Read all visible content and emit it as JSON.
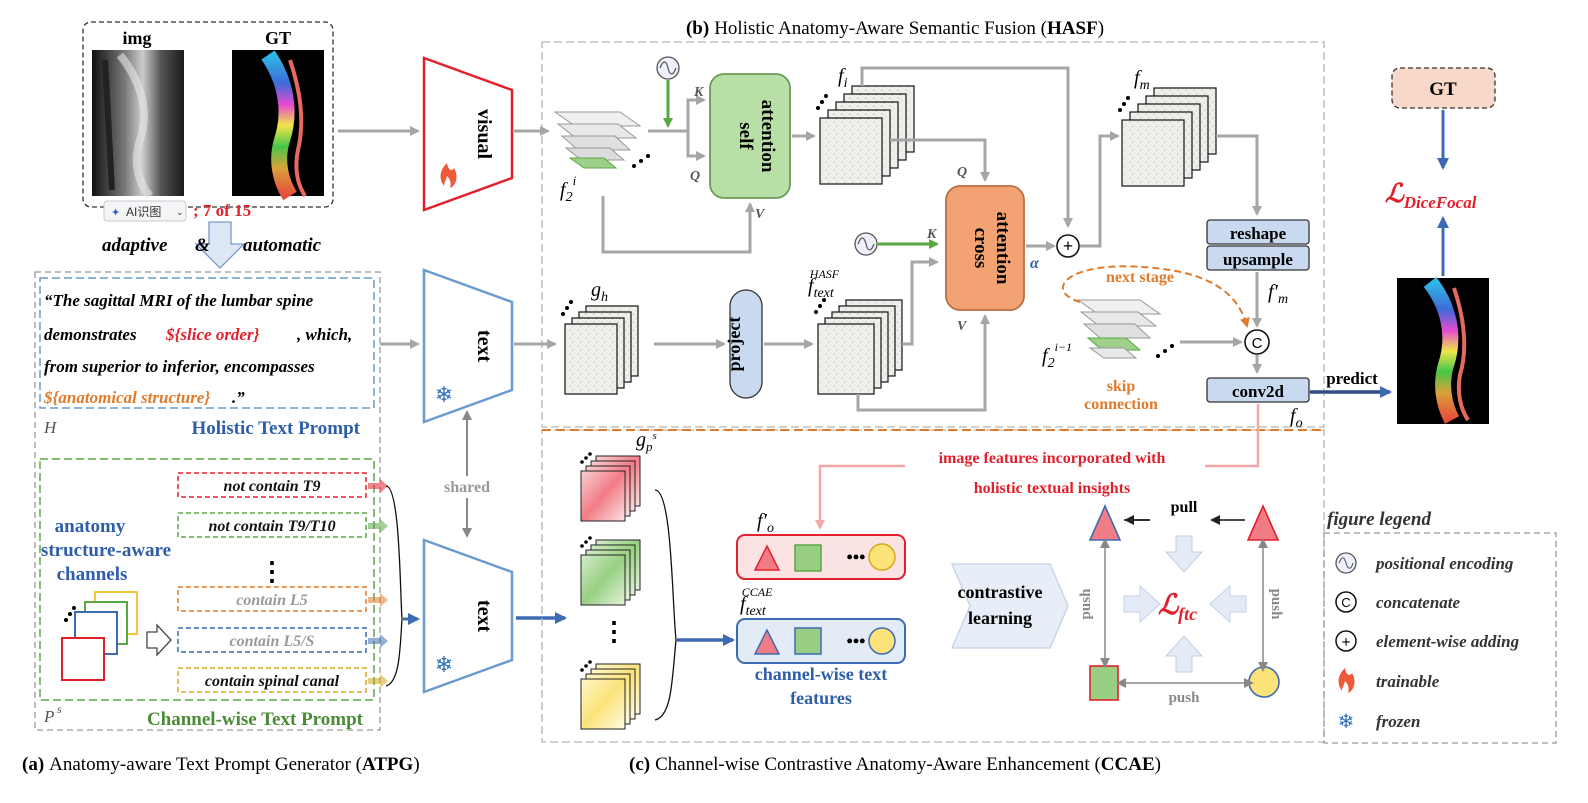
{
  "panel_a": {
    "img_label": "img",
    "gt_label": "GT",
    "ai_badge": "AI识图",
    "slice_counter": "; 7 of 15",
    "adaptive": "adaptive",
    "amp": "&",
    "automatic": "automatic",
    "holistic_prompt": {
      "line1": "“The sagittal MRI of the lumbar spine",
      "line2a": "demonstrates",
      "line2b": "${slice order}",
      "line2c": ", which,",
      "line3": "from superior to inferior, encompasses",
      "line4a": "${anatomical structure}",
      "line4b": ".”",
      "corner": "H",
      "title": "Holistic Text Prompt"
    },
    "channel_prompt": {
      "heading1": "anatomy",
      "heading2": "structure-aware",
      "heading3": "channels",
      "items": [
        "not contain T9",
        "not contain T9/T10",
        "contain L5",
        "contain L5/S",
        "contain spinal canal"
      ],
      "dots": "⋮",
      "corner": "P",
      "corner_sup": "s",
      "title": "Channel-wise Text Prompt"
    },
    "caption_prefix": "(a)",
    "caption": "Anatomy-aware Text Prompt Generator (",
    "caption_abbr": "ATPG",
    "caption_end": ")"
  },
  "encoders": {
    "visual": "visual",
    "text": "text",
    "shared": "shared"
  },
  "panel_b": {
    "title_prefix": "(b)",
    "title": "Holistic Anatomy-Aware Semantic Fusion (",
    "title_abbr": "HASF",
    "title_end": ")",
    "self_attention": [
      "self",
      "attention"
    ],
    "cross_attention": [
      "cross",
      "attention"
    ],
    "project": "project",
    "reshape": "reshape",
    "upsample": "upsample",
    "conv2d": "conv2d",
    "next_stage": "next stage",
    "skip": [
      "skip",
      "connection"
    ],
    "k": "K",
    "q": "Q",
    "v": "V",
    "alpha": "α",
    "f2i": "f",
    "f2i_sub": "2",
    "f2i_sup": "i",
    "fi": "f",
    "fi_sub": "i",
    "fm": "f",
    "fm_sub": "m",
    "gh": "g",
    "gh_sub": "h",
    "ftext": "f",
    "ftext_sub": "text",
    "ftext_sup": "HASF",
    "fm_prime": "f′",
    "fo": "f",
    "fo_sub": "o",
    "f2i1": "f",
    "f2i1_sub": "2",
    "f2i1_sup": "i−1",
    "concat": "C",
    "plus": "+"
  },
  "output": {
    "gt": "GT",
    "loss": "ℒ",
    "loss_sub": "DiceFocal",
    "predict": "predict"
  },
  "panel_c": {
    "title_prefix": "(c)",
    "title": "Channel-wise Contrastive Anatomy-Aware Enhancement (",
    "title_abbr": "CCAE",
    "title_end": ")",
    "gps": "g",
    "gps_sub": "p",
    "gps_sup": "s",
    "red_line1": "image features incorporated with",
    "red_line2": "holistic textual insights",
    "fo_prime": "f′",
    "fo_prime_sub": "o",
    "ftext_ccae": "f",
    "ftext_ccae_sub": "text",
    "ftext_ccae_sup": "CCAE",
    "ctf1": "channel-wise text",
    "ctf2": "features",
    "contrastive1": "contrastive",
    "contrastive2": "learning",
    "pull": "pull",
    "push": "push",
    "loss": "ℒ",
    "loss_sub": "ftc",
    "dots": "•••"
  },
  "legend": {
    "title": "figure legend",
    "items": [
      "positional encoding",
      "concatenate",
      "element-wise adding",
      "trainable",
      "frozen"
    ]
  },
  "colors": {
    "gray_arrow": "#a6a6a6",
    "blue_arrow": "#3d6bb3",
    "green_arrow": "#5aa844",
    "red": "#e2202c",
    "orange": "#e07b2b",
    "blue_text": "#2e5ea8",
    "green_text": "#4b8b35",
    "self_attn_fill": "#b8e0a6",
    "cross_attn_fill": "#f3a373",
    "project_fill": "#c9daf0",
    "gt_fill": "#f8d8c8"
  }
}
